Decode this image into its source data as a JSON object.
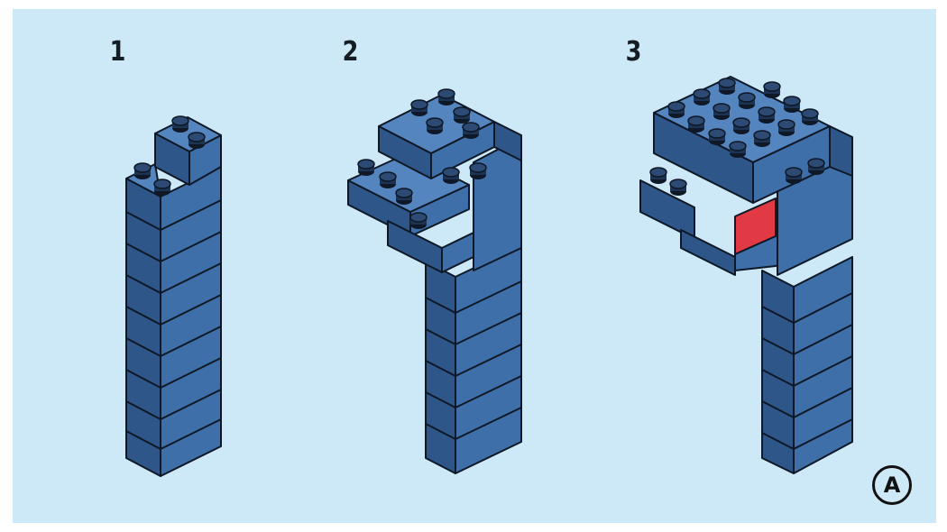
{
  "steps": [
    {
      "label": "1"
    },
    {
      "label": "2"
    },
    {
      "label": "3"
    }
  ],
  "badge": {
    "label": "A"
  },
  "colors": {
    "background": "#cde8f7",
    "brick_front": "#3f6fa8",
    "brick_side": "#2f5688",
    "brick_top": "#5585bf",
    "stud": "#1c3353",
    "accent_brick": "#e23a44",
    "outline": "#0e1826"
  },
  "icons": [
    "lego-brick-tower",
    "lego-brick-head",
    "red-tongue-brick"
  ]
}
